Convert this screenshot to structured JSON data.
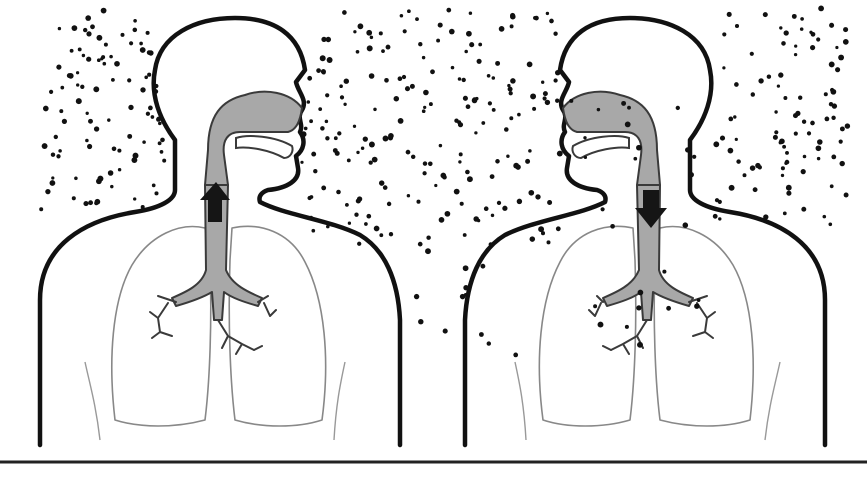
{
  "figure": {
    "colors": {
      "background": "#ffffff",
      "outline": "#111111",
      "airway_fill": "#a8a8a8",
      "lung_outline": "#888888",
      "particle": "#111111"
    },
    "figures": [
      {
        "name": "exhaling-person",
        "facing": "right",
        "airflow": "outward"
      },
      {
        "name": "inhaling-person",
        "facing": "left",
        "airflow": "inward"
      }
    ],
    "particle_clouds": [
      {
        "name": "left-background",
        "count": 95,
        "x_range": [
          40,
          165
        ],
        "y_range": [
          10,
          210
        ]
      },
      {
        "name": "center-plume",
        "count": 190,
        "x_range": [
          300,
          560
        ],
        "y_range": [
          10,
          245
        ]
      },
      {
        "name": "lower-trail",
        "count": 12,
        "x_range": [
          400,
          520
        ],
        "y_range": [
          245,
          355
        ]
      },
      {
        "name": "right-background",
        "count": 95,
        "x_range": [
          715,
          850
        ],
        "y_range": [
          8,
          225
        ]
      },
      {
        "name": "inhaled-particles",
        "count": 26,
        "x_range": [
          565,
          700
        ],
        "y_range": [
          90,
          345
        ]
      }
    ]
  }
}
